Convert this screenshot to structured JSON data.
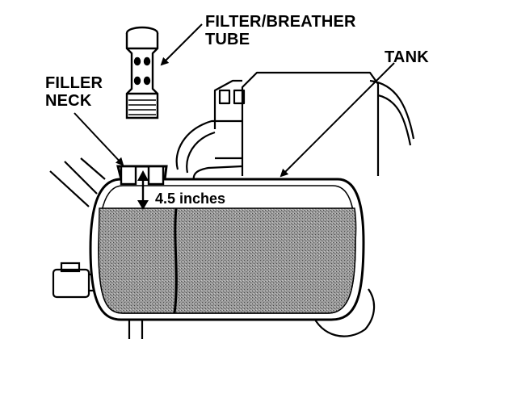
{
  "labels": {
    "filter_line1": "FILTER/BREATHER",
    "filter_line2": "TUBE",
    "tank": "TANK",
    "filler_line1": "FILLER",
    "filler_line2": "NECK",
    "measurement": "4.5 inches"
  },
  "colors": {
    "ink": "#000000",
    "liquid": "#8a8a8a",
    "paper": "#ffffff"
  },
  "icons": {
    "tube": "filter-breather-tube-icon",
    "arrow": "arrow-icon"
  }
}
